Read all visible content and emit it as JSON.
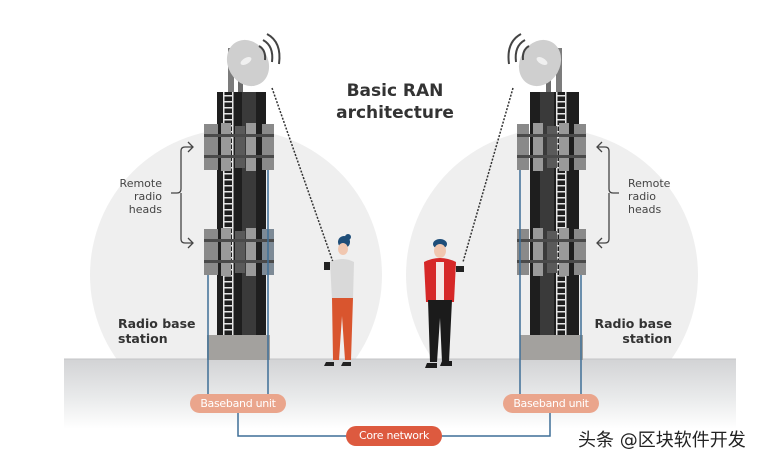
{
  "diagram": {
    "title_line1": "Basic RAN",
    "title_line2": "architecture",
    "left_station": {
      "rrh_label": [
        "Remote",
        "radio",
        "heads"
      ],
      "station_label": [
        "Radio base",
        "station"
      ],
      "baseband_label": "Baseband unit"
    },
    "right_station": {
      "rrh_label": [
        "Remote",
        "radio",
        "heads"
      ],
      "station_label": [
        "Radio base",
        "station"
      ],
      "baseband_label": "Baseband unit"
    },
    "core_network_label": "Core network",
    "watermark": "头条 @区块软件开发"
  },
  "colors": {
    "tower_dark": "#1e1e1e",
    "tower_mid": "#3c3c3c",
    "rrh_gray": "#8a8a8a",
    "base_gray": "#a3a19e",
    "link_blue": "#3f6f97",
    "baseband_fill": "#eaa58c",
    "core_fill": "#dd5a3f",
    "circle_bg": "#efefef",
    "ground": "#dcdcdc"
  }
}
